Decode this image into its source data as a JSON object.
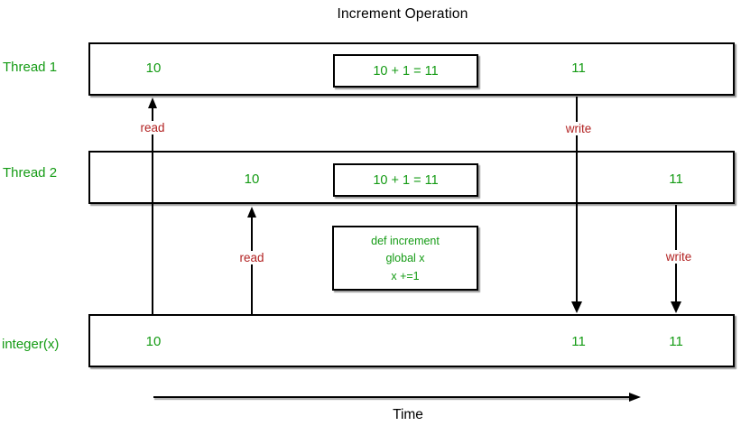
{
  "title": "Increment Operation",
  "colors": {
    "green_text": "#149b14",
    "red_label": "#b22222",
    "line_black": "#000000",
    "background": "#ffffff"
  },
  "rows": {
    "thread1": {
      "label": "Thread 1",
      "initial_value": "10",
      "operation": "10 + 1 = 11",
      "result_value": "11"
    },
    "thread2": {
      "label": "Thread 2",
      "initial_value": "10",
      "operation": "10 + 1 = 11",
      "result_value": "11"
    },
    "integerx": {
      "label": "integer(x)",
      "initial_value": "10",
      "after_thread1_write": "11",
      "after_thread2_write": "11"
    }
  },
  "code_box": {
    "lines": [
      "def increment",
      "global x",
      "x +=1"
    ]
  },
  "arrows": {
    "thread1_read_label": "read",
    "thread2_read_label": "read",
    "thread1_write_label": "write",
    "thread2_write_label": "write"
  },
  "time_axis": {
    "label": "Time"
  }
}
